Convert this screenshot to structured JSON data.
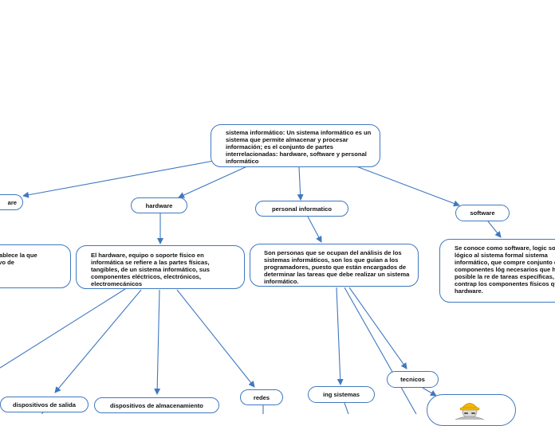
{
  "colors": {
    "line": "#3f78c0",
    "node_border": "#3f78c0",
    "node_fill": "#ffffff",
    "text": "#111111",
    "helmet": "#f2b705"
  },
  "nodes": {
    "root": {
      "text": "sistema informático: Un sistema informático es un sistema que permite almacenar y procesar información; es el conjunto de partes interrelacionadas: hardware, software y personal informático"
    },
    "firmware_label": {
      "text": "are"
    },
    "firmware_desc": {
      "text": "o inalterable es que establece la que controla los n dispositivo de"
    },
    "hardware": {
      "label": "hardware"
    },
    "hardware_desc": {
      "text": "El hardware, equipo o soporte físico en informática se refiere a las partes físicas, tangibles, de un sistema informático, sus componentes eléctricos, electrónicos, electromecánicos"
    },
    "personal": {
      "label": "personal informatico"
    },
    "personal_desc": {
      "text": "Son personas que se ocupan del análisis de los sistemas informáticos, son los que guían a los programadores, puesto que están encargados de determinar las tareas que debe realizar un sistema informático."
    },
    "software": {
      "label": "software"
    },
    "software_desc": {
      "text": "Se conoce como software, logic soporte lógico al sistema formal sistema informático, que compre conjunto de los componentes lóg necesarios que hace posible la re de tareas específicas, en contrap los componentes físicos que son hardware."
    },
    "dispositivos_salida": {
      "label": "dispositivos de salida"
    },
    "dispositivos_almacenamiento": {
      "label": "dispositivos de almacenamiento"
    },
    "redes": {
      "label": "redes"
    },
    "ing_sistemas": {
      "label": "ing sistemas"
    },
    "tecnicos": {
      "label": "tecnicos"
    }
  },
  "icons": {
    "worker": "worker-with-helmet-icon"
  }
}
